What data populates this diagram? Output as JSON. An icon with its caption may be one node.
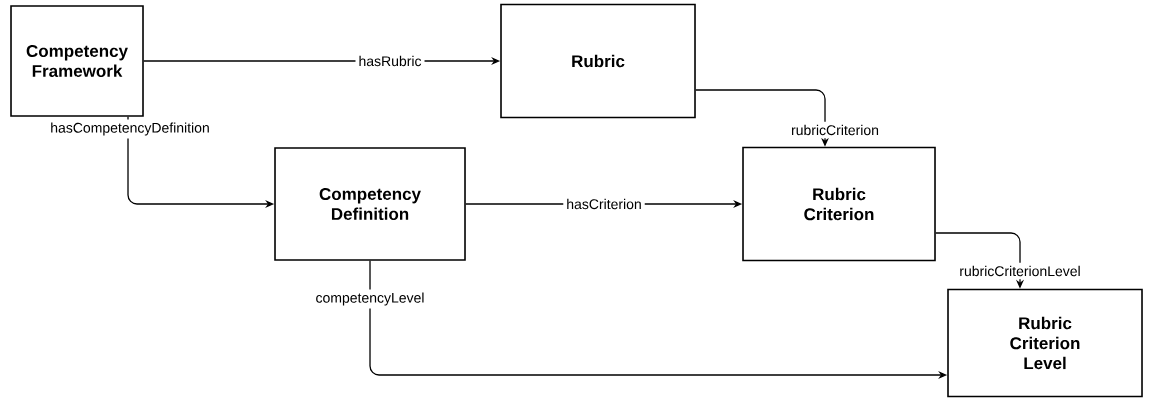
{
  "diagram": {
    "nodes": [
      {
        "text": [
          "Competency Framework"
        ]
      },
      {
        "text": [
          "Rubric"
        ]
      },
      {
        "text": [
          "Competency Definition"
        ]
      },
      {
        "text": [
          "Rubric Criterion"
        ]
      },
      {
        "text": [
          "Rubric Criterion Level"
        ]
      }
    ],
    "edges": [
      {
        "from": 0,
        "to": 1,
        "arrow": "to",
        "label": "hasRubric"
      },
      {
        "from": 1,
        "to": 3,
        "arrow": "to",
        "label": "rubricCriterion"
      },
      {
        "from": 0,
        "to": 2,
        "arrow": "to",
        "label": "hasCompetencyDefinition"
      },
      {
        "from": 2,
        "to": 3,
        "arrow": "to",
        "label": "hasCriterion"
      },
      {
        "from": 3,
        "to": 4,
        "arrow": "to",
        "label": "rubricCriterionLevel"
      },
      {
        "from": 2,
        "to": 4,
        "arrow": "to",
        "label": "competencyLevel"
      }
    ]
  }
}
